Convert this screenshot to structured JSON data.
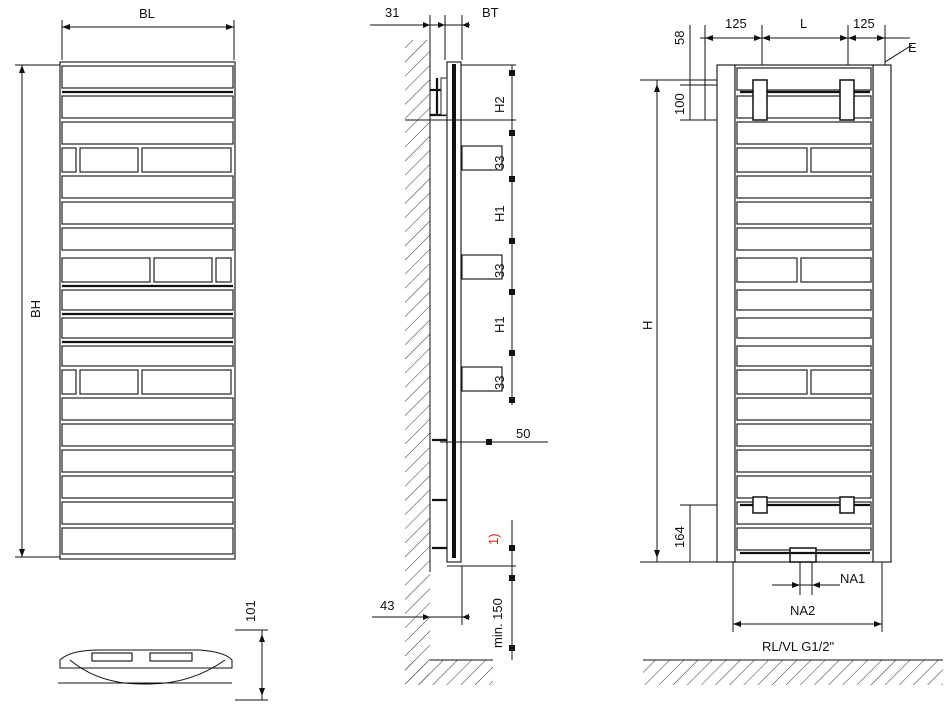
{
  "front_view": {
    "label_width": "BL",
    "label_height": "BH",
    "label_depth_bottom": "101"
  },
  "side_view": {
    "label_31": "31",
    "label_bt": "BT",
    "label_h2": "H2",
    "label_33a": "33",
    "label_h1a": "H1",
    "label_33b": "33",
    "label_h1b": "H1",
    "label_33c": "33",
    "label_50": "50",
    "label_note": "1)",
    "label_43": "43",
    "label_min150": "min. 150"
  },
  "back_view": {
    "label_125_left": "125",
    "label_L": "L",
    "label_125_right": "125",
    "label_58": "58",
    "label_E": "E",
    "label_100": "100",
    "label_H": "H",
    "label_164": "164",
    "label_na1": "NA1",
    "label_na2": "NA2",
    "label_rl": "RL/VL G1/2\""
  },
  "colors": {
    "line": "#111111",
    "note": "#e02020"
  }
}
